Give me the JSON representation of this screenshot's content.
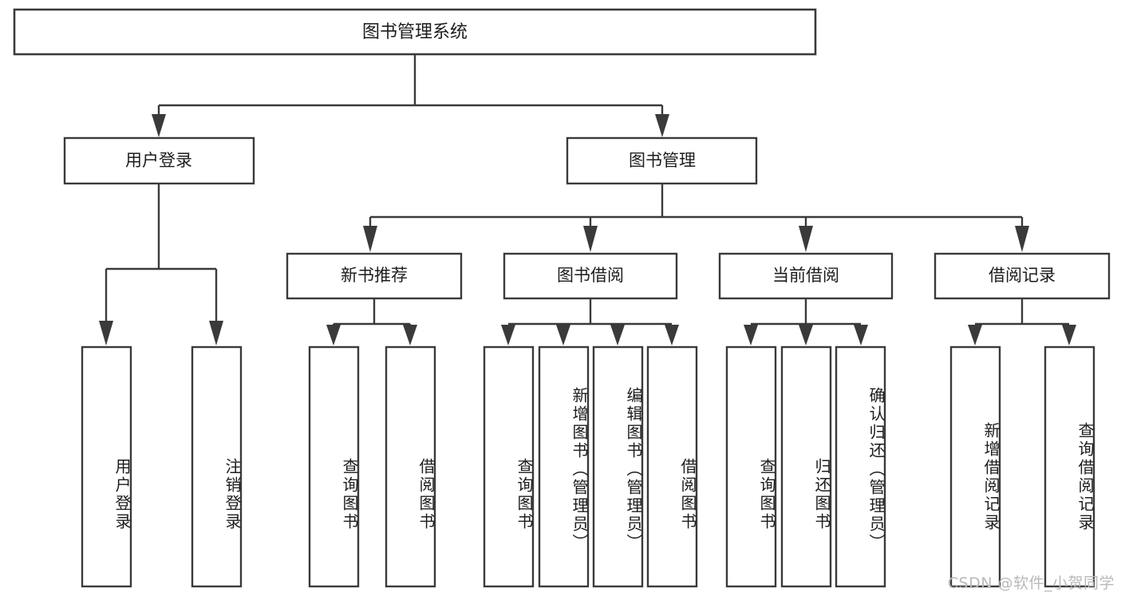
{
  "diagram": {
    "title": "图书管理系统",
    "type": "tree-hierarchy-diagram",
    "watermark": "CSDN @软件_小贺同学",
    "colors": {
      "stroke": "#3a3a3a",
      "fill": "#ffffff",
      "text": "#1c1c1c",
      "watermark": "#b9b9b9",
      "background": "#ffffff"
    },
    "root": {
      "label": "图书管理系统"
    },
    "level2": [
      {
        "label": "用户登录"
      },
      {
        "label": "图书管理"
      }
    ],
    "level3": [
      {
        "label": "新书推荐"
      },
      {
        "label": "图书借阅"
      },
      {
        "label": "当前借阅"
      },
      {
        "label": "借阅记录"
      }
    ],
    "leaves": {
      "user_login": [
        {
          "label": "用户登录"
        },
        {
          "label": "注销登录"
        }
      ],
      "new_book_recommend": [
        {
          "label": "查询图书"
        },
        {
          "label": "借阅图书"
        }
      ],
      "book_borrow": [
        {
          "label": "查询图书"
        },
        {
          "label": "新增图书（管理员）"
        },
        {
          "label": "编辑图书（管理员）"
        },
        {
          "label": "借阅图书"
        }
      ],
      "current_borrow": [
        {
          "label": "查询图书"
        },
        {
          "label": "归还图书"
        },
        {
          "label": "确认归还（管理员）"
        }
      ],
      "borrow_record": [
        {
          "label": "新增借阅记录"
        },
        {
          "label": "查询借阅记录"
        }
      ]
    }
  }
}
